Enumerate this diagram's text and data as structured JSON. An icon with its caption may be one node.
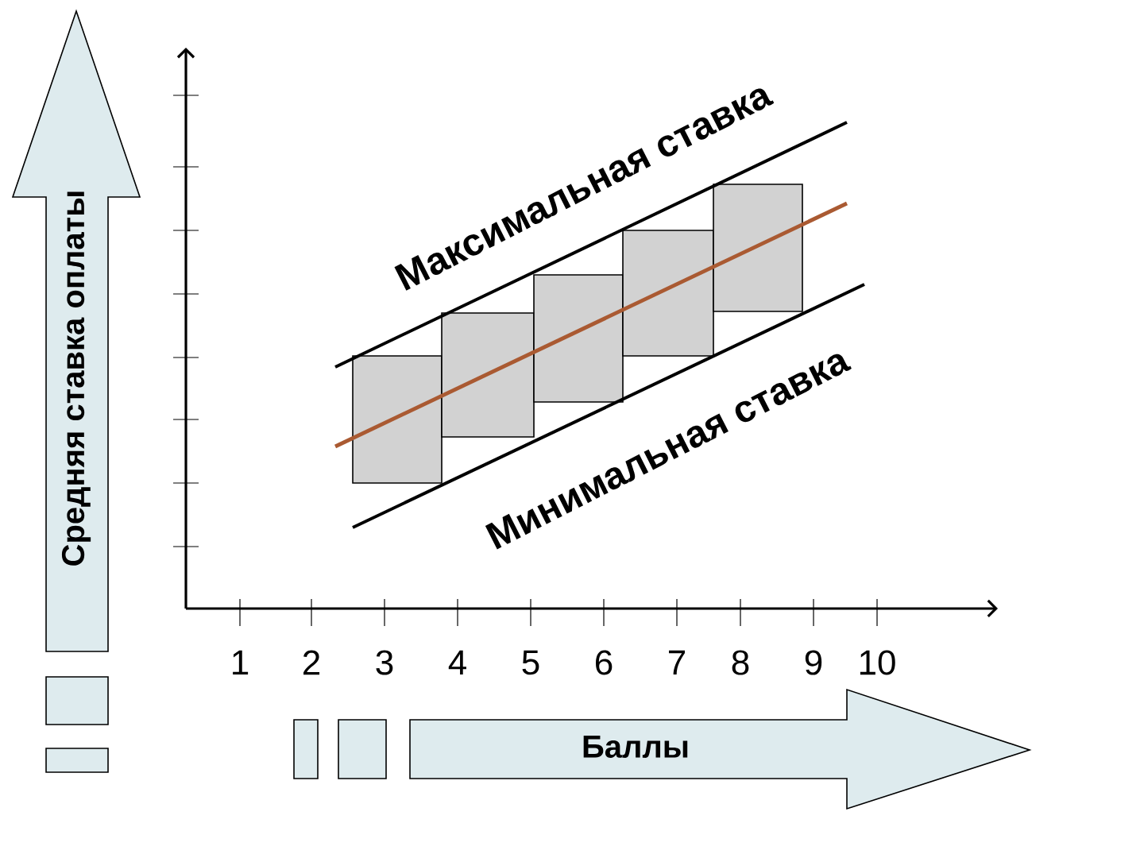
{
  "diagram": {
    "nodes": [
      {
        "text": [
          "Средняя ставка оплаты"
        ]
      },
      {
        "text": [
          "Баллы"
        ]
      }
    ],
    "labels": [
      "1",
      "2",
      "3",
      "4",
      "5",
      "6",
      "7",
      "8",
      "9",
      "10",
      "Максимальная ставка",
      "Минимальная ставка"
    ]
  }
}
